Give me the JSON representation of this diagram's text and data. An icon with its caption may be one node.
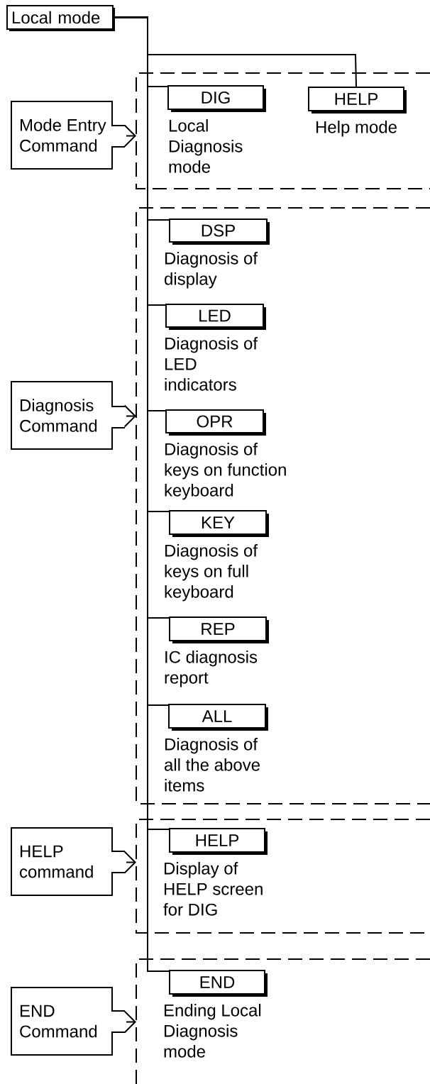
{
  "diagram": {
    "nodes": [
      {
        "text": [
          "Local mode"
        ]
      },
      {
        "text": [
          "Mode Entry Command"
        ]
      },
      {
        "text": [],
        "shape": "band"
      },
      {
        "text": [
          "DIG"
        ],
        "beside": [
          "Local Diagnosis mode"
        ],
        "in": 2
      },
      {
        "text": [
          "HELP"
        ],
        "beside": [
          "Help mode"
        ],
        "in": 2
      },
      {
        "text": [
          "Diagnosis Command"
        ]
      },
      {
        "text": [],
        "shape": "band"
      },
      {
        "text": [
          "DSP"
        ],
        "beside": [
          "Diagnosis of display"
        ],
        "in": 6
      },
      {
        "text": [
          "LED"
        ],
        "beside": [
          "Diagnosis of LED indicators"
        ],
        "in": 6
      },
      {
        "text": [
          "OPR"
        ],
        "beside": [
          "Diagnosis of keys on function keyboard"
        ],
        "in": 6
      },
      {
        "text": [
          "KEY"
        ],
        "beside": [
          "Diagnosis of keys on full keyboard"
        ],
        "in": 6
      },
      {
        "text": [
          "REP"
        ],
        "beside": [
          "IC diagnosis report"
        ],
        "in": 6
      },
      {
        "text": [
          "ALL"
        ],
        "beside": [
          "Diagnosis of all the above items"
        ],
        "in": 6
      },
      {
        "text": [
          "HELP command"
        ]
      },
      {
        "text": [],
        "shape": "band"
      },
      {
        "text": [
          "HELP"
        ],
        "beside": [
          "Display of HELP screen for DIG"
        ],
        "in": 14
      },
      {
        "text": [
          "END Command"
        ]
      },
      {
        "text": [],
        "shape": "band"
      },
      {
        "text": [
          "END"
        ],
        "beside": [
          "Ending Local Diagnosis mode"
        ],
        "in": 17
      }
    ],
    "edges": [
      {
        "from": 0,
        "to": 3,
        "arrow": "none"
      },
      {
        "from": 0,
        "to": 4,
        "arrow": "none"
      },
      {
        "from": 1,
        "to": 2,
        "arrow": "to"
      },
      {
        "from": 0,
        "to": 7,
        "arrow": "none"
      },
      {
        "from": 0,
        "to": 8,
        "arrow": "none"
      },
      {
        "from": 0,
        "to": 9,
        "arrow": "none"
      },
      {
        "from": 0,
        "to": 10,
        "arrow": "none"
      },
      {
        "from": 0,
        "to": 11,
        "arrow": "none"
      },
      {
        "from": 0,
        "to": 12,
        "arrow": "none"
      },
      {
        "from": 5,
        "to": 6,
        "arrow": "to"
      },
      {
        "from": 0,
        "to": 15,
        "arrow": "none"
      },
      {
        "from": 13,
        "to": 14,
        "arrow": "to"
      },
      {
        "from": 0,
        "to": 18,
        "arrow": "none"
      },
      {
        "from": 16,
        "to": 17,
        "arrow": "to"
      }
    ]
  }
}
